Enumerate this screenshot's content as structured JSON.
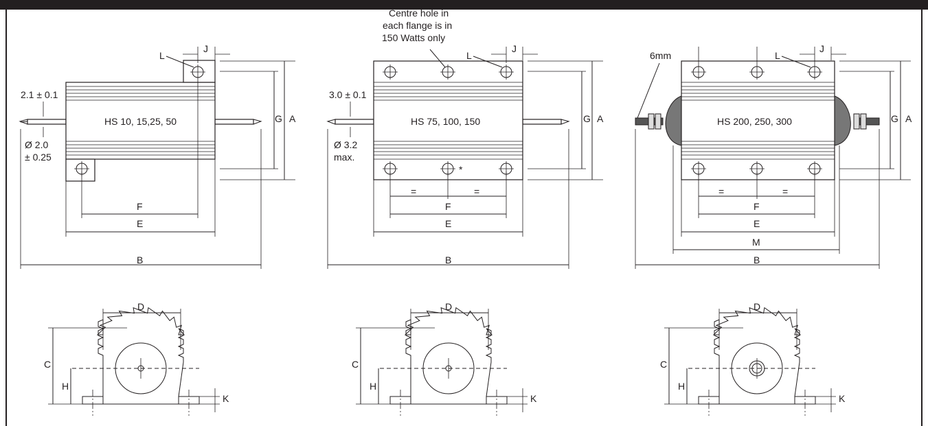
{
  "resistors": [
    {
      "model": "HS 10, 15,25, 50",
      "lead_tolerance": "2.1 ± 0.1",
      "dia_line1": "Ø 2.0",
      "dia_line2": "± 0.25"
    },
    {
      "model": "HS 75, 100, 150",
      "lead_tolerance": "3.0 ± 0.1",
      "dia_line1": "Ø 3.2",
      "dia_line2": "max."
    },
    {
      "model": "HS 200, 250, 300",
      "thread_label": "6mm"
    }
  ],
  "note": {
    "line1": "Centre hole in",
    "line2": "each flange is in",
    "line3": "150 Watts only"
  },
  "asterisk": "*",
  "equal_sign": "=",
  "dims": {
    "A": "A",
    "B": "B",
    "C": "C",
    "D": "D",
    "E": "E",
    "F": "F",
    "G": "G",
    "H": "H",
    "J": "J",
    "K": "K",
    "L": "L",
    "M": "M"
  },
  "colors": {
    "ink": "#231f20",
    "end_cap": "#777777"
  }
}
